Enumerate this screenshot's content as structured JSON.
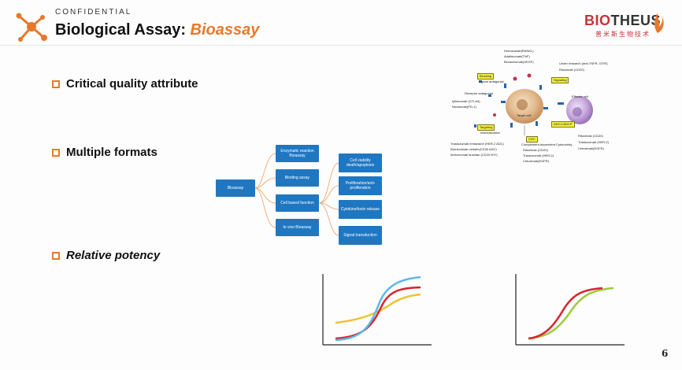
{
  "header": {
    "confidential": "CONFIDENTIAL",
    "title_main": "Biological Assay: ",
    "title_accent": "Bioassay",
    "brand_name_1": "BIO",
    "brand_name_2": "THEUS",
    "brand_sub": "普米斯生物技术"
  },
  "bullets": [
    {
      "label": "Critical quality attribute"
    },
    {
      "label": "Multiple formats"
    },
    {
      "label": "Relative potency"
    }
  ],
  "tree": {
    "root": "Bioassay",
    "level1": [
      "Enzymatic reaction Bioassay",
      "Binding assay",
      "Cell based function",
      "In vivo Bioassay"
    ],
    "level2": [
      "Cell viability death/apoptosis",
      "Proliferation/anti-proliferation",
      "Cytokine/toxin release",
      "Signal transduction"
    ]
  },
  "mechanism": {
    "tags": [
      "Blocking",
      "Signaling",
      "Targeting",
      "ADCC/ADCP",
      "CDC"
    ],
    "labels": [
      "Denosumab(RANKL)",
      "Adalimumab(TNF)",
      "Bevacizumab(VEGF)",
      "Under research (anti-TNFR, GITR)",
      "Rituximab (CD20)",
      "Ligand antagonist",
      "Receptor antagonist",
      "Ipilimumab (CTLA4)",
      "Nivolumab(PD-1)",
      "Target cell",
      "Effector cell",
      "Internalization",
      "Trastuzumab emtansine (HER-2 ADC)",
      "Brentuximab vedotin(CD30 ADC)",
      "Ibritumomab tiuxetan (CD20 90Y)",
      "Complement-dependent Cytotoxicity",
      "Rituximab (CD20)",
      "Trastuzumab (HER-2)",
      "Cetuximab(EGFR)",
      "Rituximab (CD20)",
      "Trastuzumab (HER-2)",
      "Cetuximab(EGFR)"
    ]
  },
  "page_number": "6",
  "colors": {
    "accent": "#e8792a",
    "node": "#1f77c2",
    "curve_blue": "#5bb8e8",
    "curve_red": "#d9232e",
    "curve_yellow": "#f2c12e",
    "curve_green": "#9ccc3c"
  }
}
